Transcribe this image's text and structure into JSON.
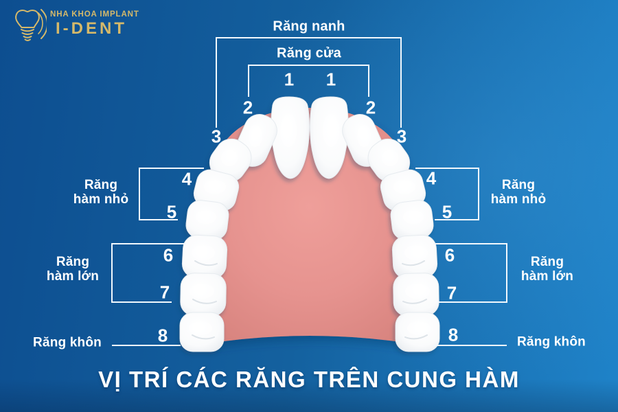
{
  "title": "VỊ TRÍ CÁC RĂNG TRÊN CUNG HÀM",
  "logo": {
    "brand_top": "NHA KHOA IMPLANT",
    "brand_name": "I-DENT",
    "icon": "tooth-implant-logo-icon"
  },
  "labels": {
    "canine": "Răng nanh",
    "incisor": "Răng cửa",
    "premolar": {
      "line1": "Răng",
      "line2": "hàm nhỏ"
    },
    "molar": {
      "line1": "Răng",
      "line2": "hàm lớn"
    },
    "wisdom": "Răng khôn"
  },
  "tooth_numbers": {
    "left": [
      "1",
      "2",
      "3",
      "4",
      "5",
      "6",
      "7",
      "8"
    ],
    "right": [
      "1",
      "2",
      "3",
      "4",
      "5",
      "6",
      "7",
      "8"
    ]
  },
  "colors": {
    "background_left": "#0d4e90",
    "background_right": "#1f83c9",
    "accent_gold": "#d5b96a",
    "gum_pink": "#e6938f",
    "tooth_white": "#ffffff",
    "annotation_line": "#f2f8fd"
  }
}
